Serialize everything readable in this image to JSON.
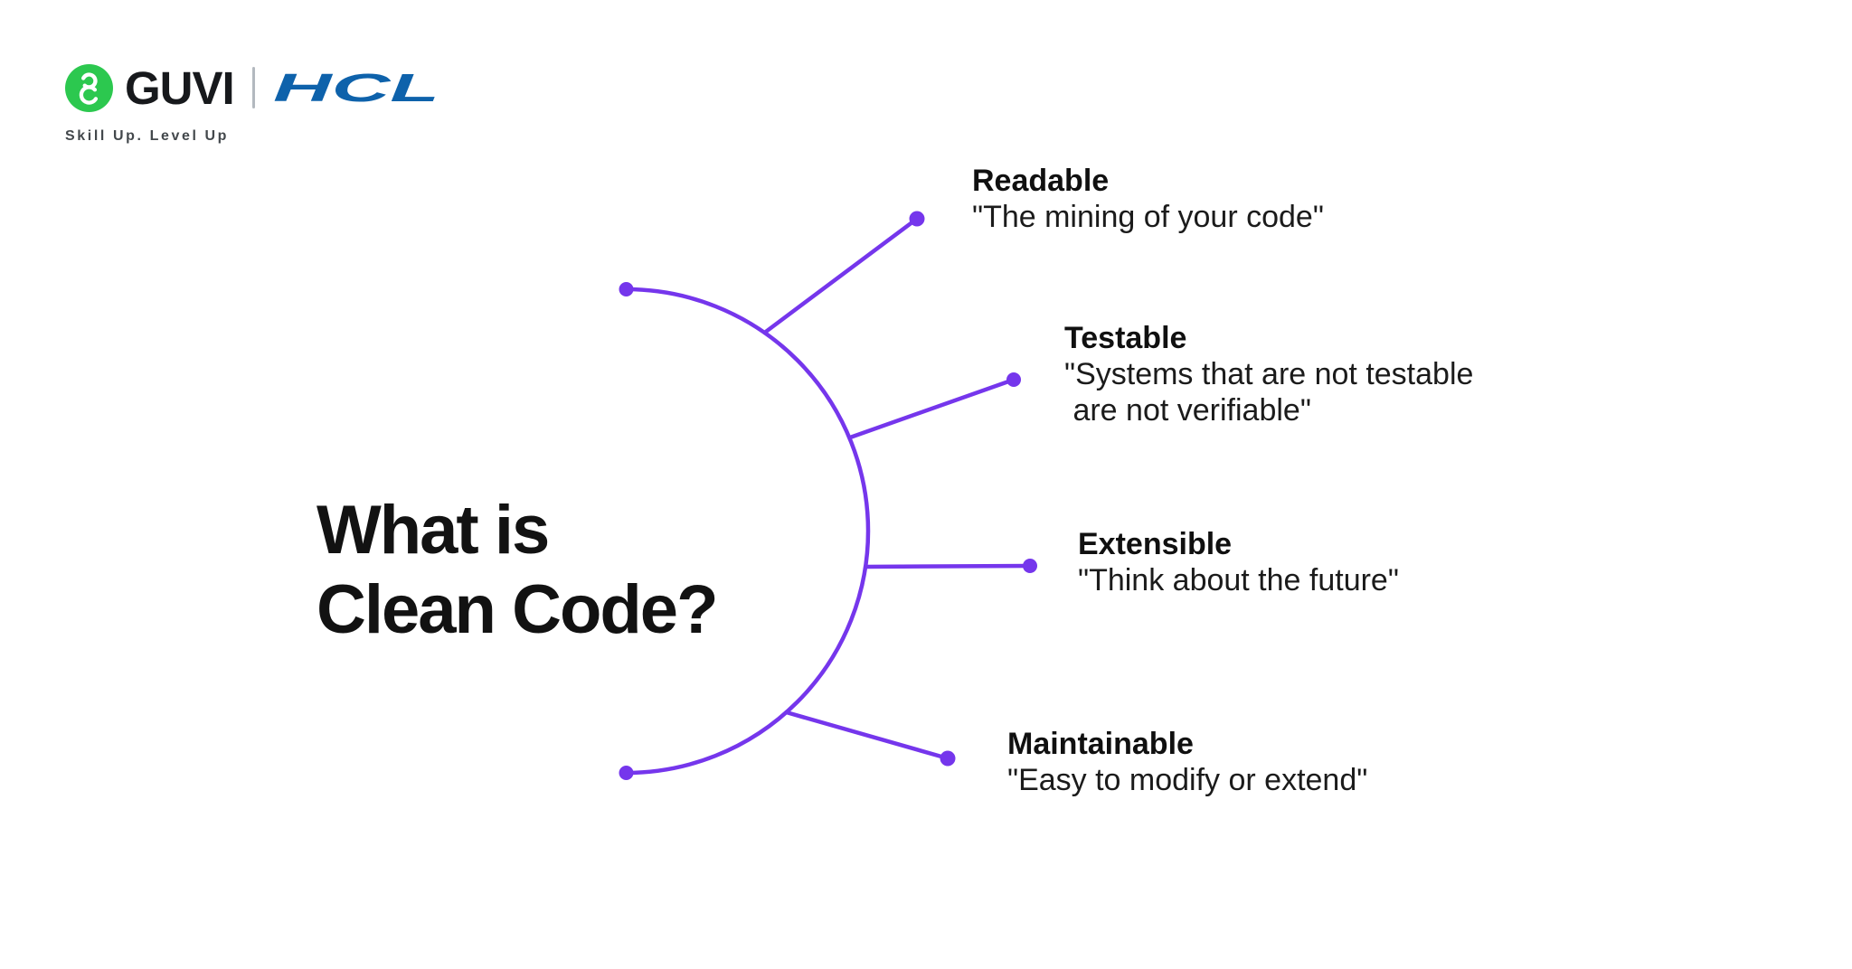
{
  "brand": {
    "guvi": "GUVI",
    "hcl": "HCL",
    "tagline": "Skill Up. Level Up",
    "colors": {
      "guvi_green": "#2cc84f",
      "guvi_text": "#17191c",
      "hcl_blue": "#0e62ab",
      "divider_gray": "#b3b9bf",
      "tagline_gray": "#43484c"
    }
  },
  "title": {
    "line1": "What is",
    "line2": "Clean Code?"
  },
  "diagram": {
    "accent_color": "#7536ec",
    "items": [
      {
        "id": "readable",
        "label": "Readable",
        "quote": "\"The mining of your code\""
      },
      {
        "id": "testable",
        "label": "Testable",
        "quote": "\"Systems that are not testable\n are not verifiable\""
      },
      {
        "id": "extensible",
        "label": "Extensible",
        "quote": "\"Think about the future\""
      },
      {
        "id": "maintainable",
        "label": "Maintainable",
        "quote": "\"Easy to modify or extend\""
      }
    ]
  }
}
